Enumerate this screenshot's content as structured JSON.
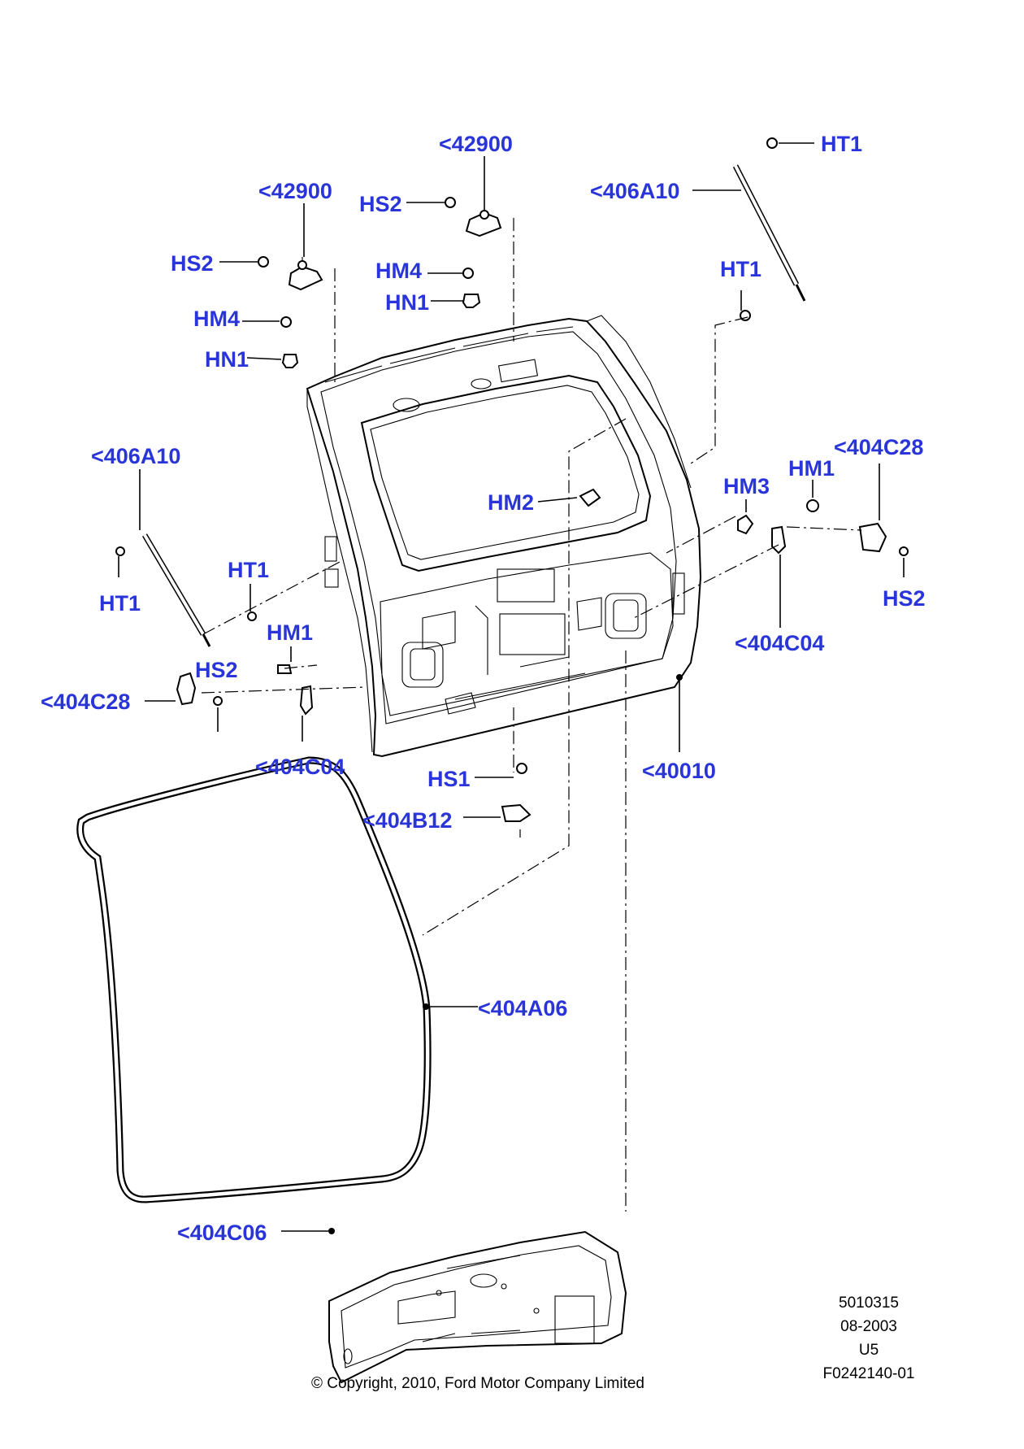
{
  "labels": {
    "l_42900_a": "<42900",
    "l_42900_b": "<42900",
    "l_hs2_a": "HS2",
    "l_hs2_b": "HS2",
    "l_hs2_c": "HS2",
    "l_hs2_d": "HS2",
    "l_hm4_a": "HM4",
    "l_hm4_b": "HM4",
    "l_hn1_a": "HN1",
    "l_hn1_b": "HN1",
    "l_ht1_a": "HT1",
    "l_ht1_b": "HT1",
    "l_ht1_c": "HT1",
    "l_ht1_d": "HT1",
    "l_406a10_a": "<406A10",
    "l_406a10_b": "<406A10",
    "l_404c28_a": "<404C28",
    "l_404c28_b": "<404C28",
    "l_hm1_a": "HM1",
    "l_hm1_b": "HM1",
    "l_hm2": "HM2",
    "l_hm3": "HM3",
    "l_404c04_a": "<404C04",
    "l_404c04_b": "<404C04",
    "l_40010": "<40010",
    "l_hs1": "HS1",
    "l_404b12": "<404B12",
    "l_404a06": "<404A06",
    "l_404c06": "<404C06"
  },
  "footer": {
    "ref_number": "5010315",
    "date": "08-2003",
    "model": "U5",
    "figure_id": "F0242140-01",
    "copyright": "© Copyright, 2010, Ford Motor Company Limited"
  },
  "colors": {
    "label": "#2a35d9",
    "line": "#000000"
  }
}
